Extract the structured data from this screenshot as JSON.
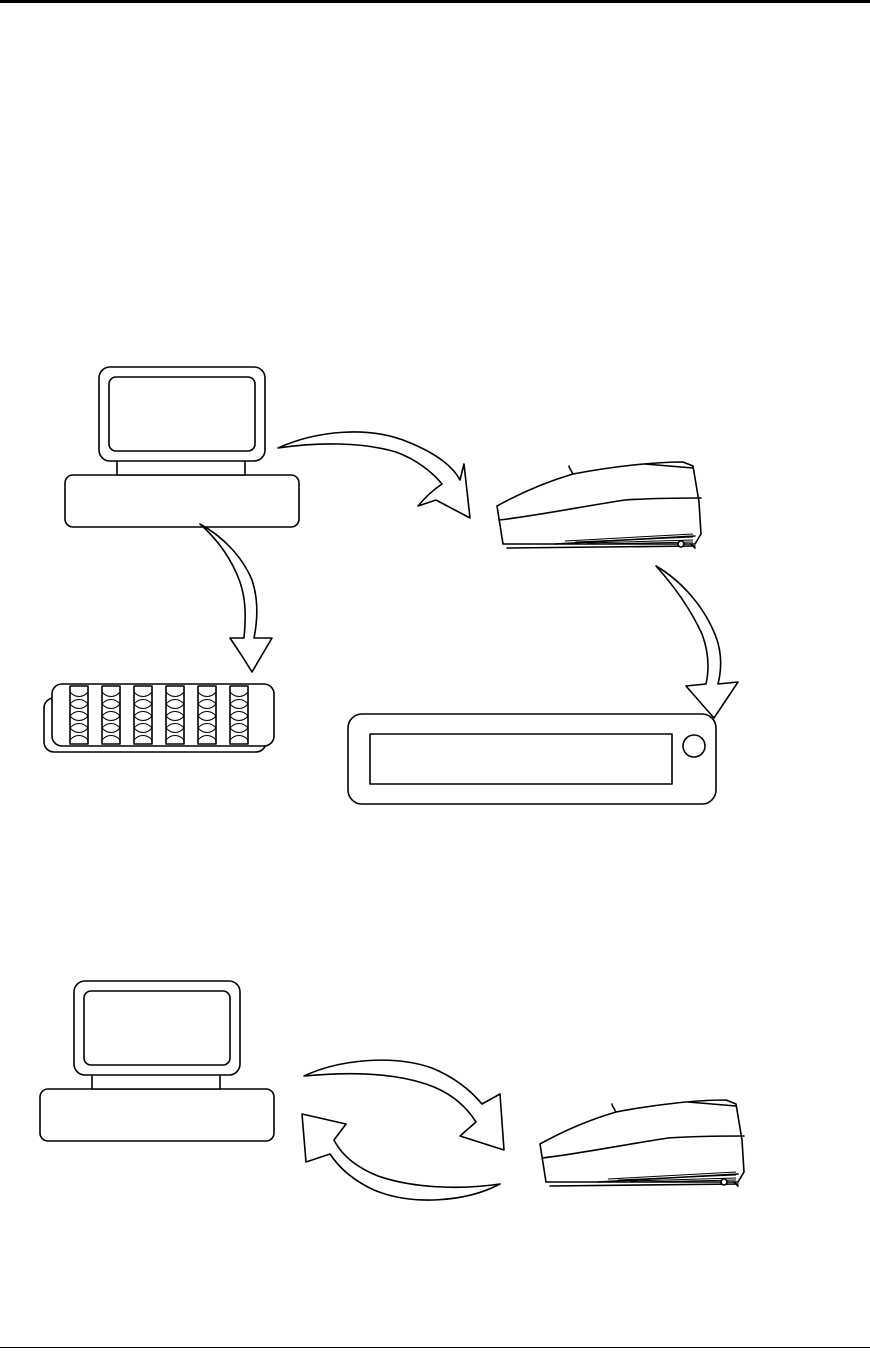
{
  "page": {
    "background_color": "#ffffff",
    "line_color": "#000000"
  },
  "diagram_top": {
    "nodes": [
      {
        "id": "computer",
        "icon": "desktop-computer-icon"
      },
      {
        "id": "printer",
        "icon": "receipt-printer-icon"
      },
      {
        "id": "card",
        "icon": "punched-card-icon"
      },
      {
        "id": "display",
        "icon": "pole-display-icon"
      }
    ],
    "edges": [
      {
        "from": "computer",
        "to": "printer"
      },
      {
        "from": "computer",
        "to": "card"
      },
      {
        "from": "printer",
        "to": "display"
      }
    ]
  },
  "diagram_bottom": {
    "nodes": [
      {
        "id": "computer",
        "icon": "desktop-computer-icon"
      },
      {
        "id": "printer",
        "icon": "receipt-printer-icon"
      }
    ],
    "edges": [
      {
        "from": "computer",
        "to": "printer"
      },
      {
        "from": "printer",
        "to": "computer"
      }
    ]
  }
}
